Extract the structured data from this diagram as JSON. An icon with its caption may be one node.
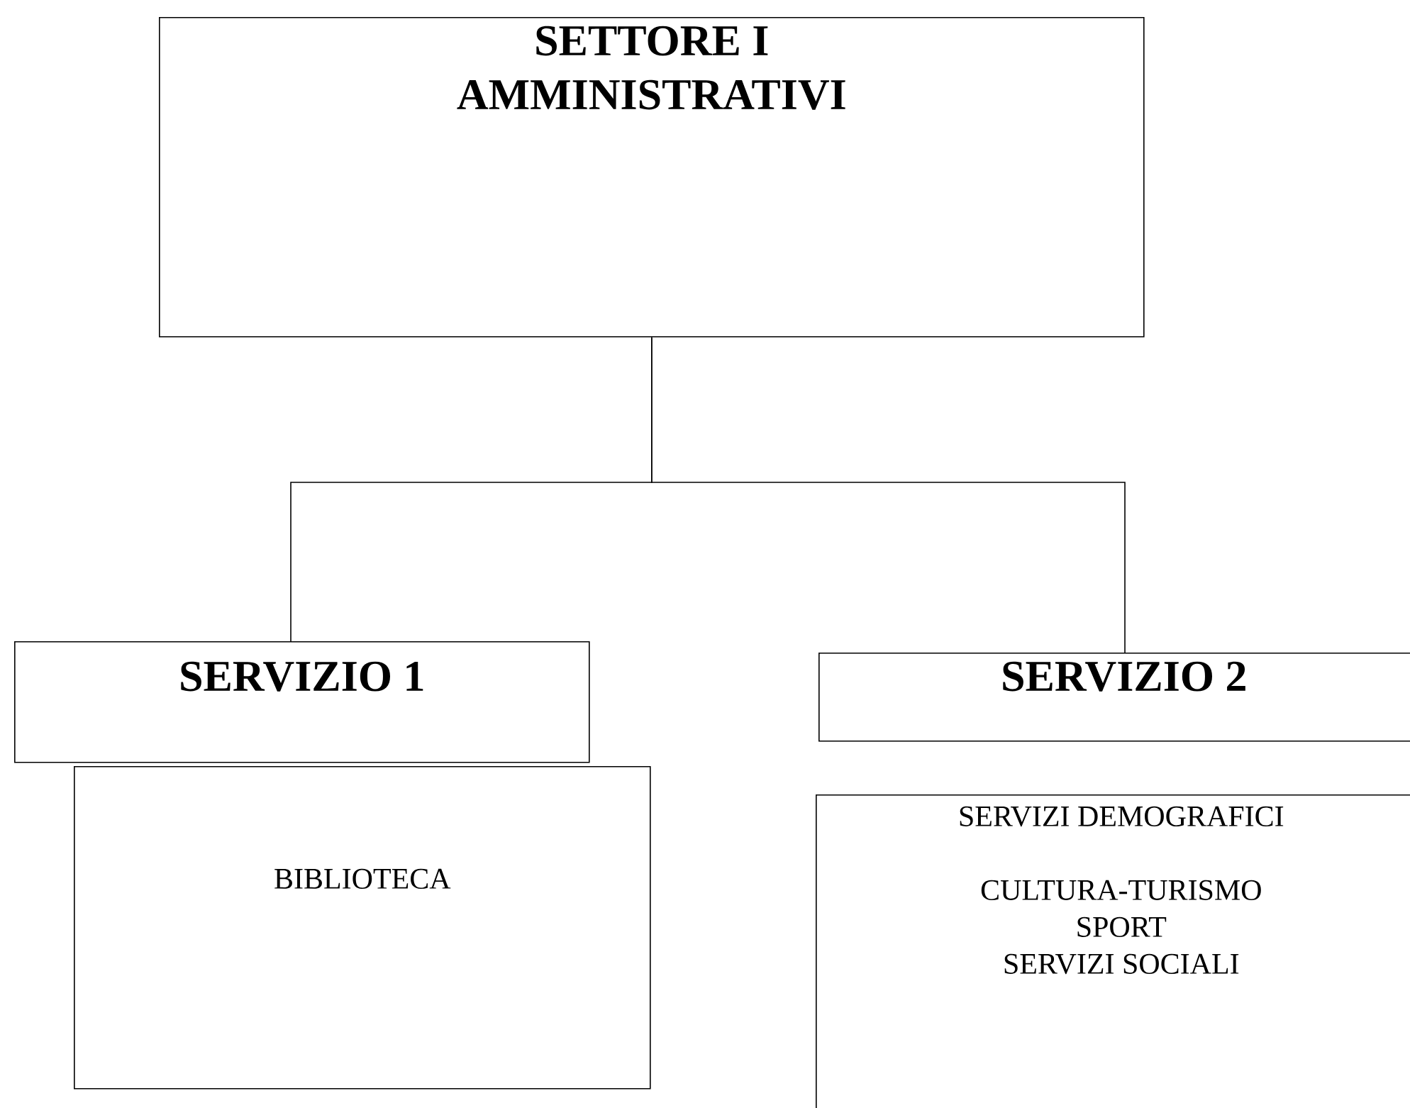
{
  "diagram": {
    "nodes": [
      {
        "text": [
          "SETTORE I AMMINISTRATIVI"
        ]
      },
      {
        "text": [
          "SERVIZIO 1"
        ]
      },
      {
        "text": [
          "SERVIZIO 2"
        ]
      },
      {
        "text": [
          "BIBLIOTECA"
        ]
      },
      {
        "text": [
          "SERVIZI DEMOGRAFICI",
          "CULTURA-TURISMO",
          "SPORT",
          "SERVIZI SOCIALI"
        ]
      }
    ],
    "edges": [
      {
        "from": 0,
        "to": 1,
        "arrow": "none"
      },
      {
        "from": 0,
        "to": 2,
        "arrow": "none"
      }
    ]
  }
}
